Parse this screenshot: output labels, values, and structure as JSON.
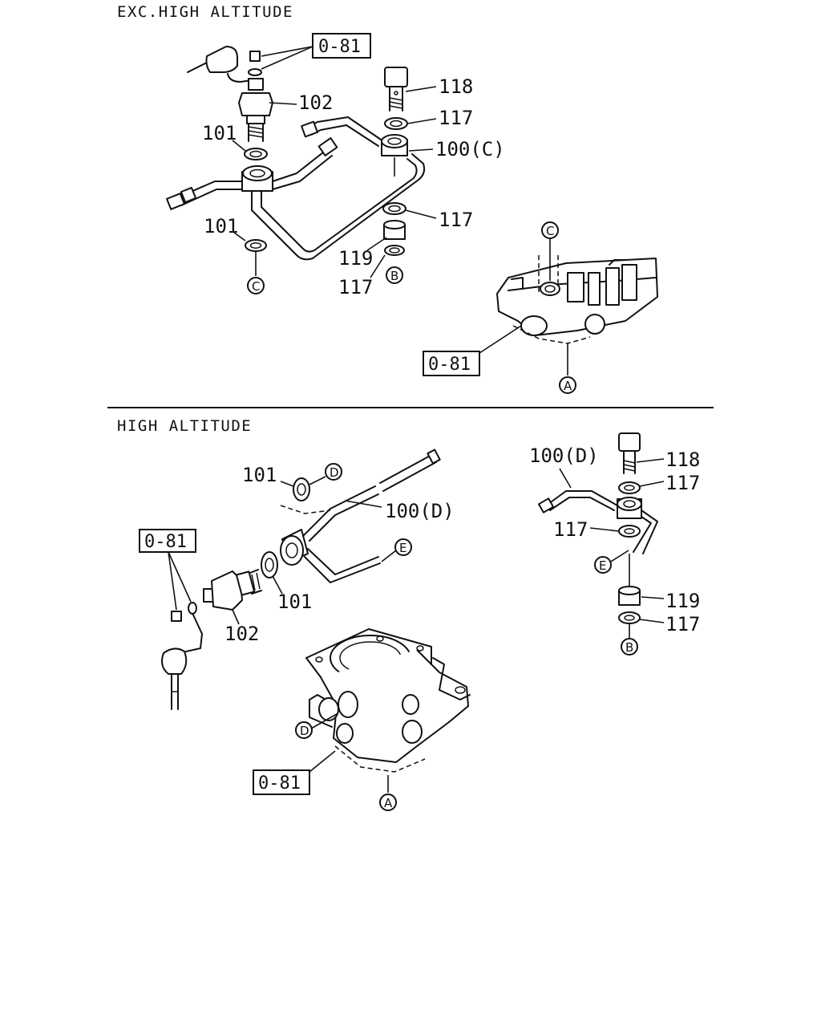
{
  "sections": {
    "exc_high_altitude": "EXC.HIGH ALTITUDE",
    "high_altitude": "HIGH ALTITUDE"
  },
  "refs": {
    "group_ref": "0-81"
  },
  "callouts": {
    "a": "A",
    "b": "B",
    "c": "C",
    "d": "D",
    "e": "E"
  },
  "top_labels": {
    "p118": "118",
    "p117a": "117",
    "p102": "102",
    "p101a": "101",
    "p100c": "100(C)",
    "p117b": "117",
    "p101b": "101",
    "p119": "119",
    "p117c": "117"
  },
  "bottom_labels": {
    "p101a": "101",
    "p100d": "100(D)",
    "p101b": "101",
    "p102": "102",
    "p100d_right": "100(D)",
    "p118": "118",
    "p117a": "117",
    "p117b": "117",
    "p119": "119",
    "p117c": "117"
  }
}
